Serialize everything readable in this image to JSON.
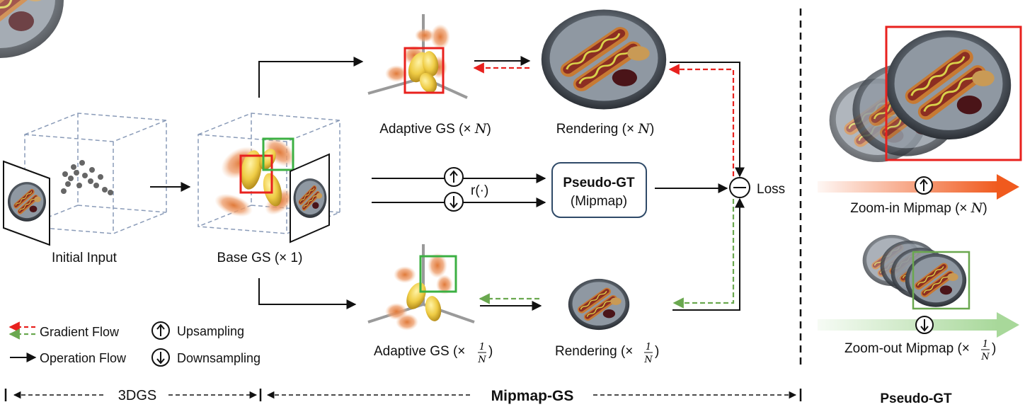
{
  "labels": {
    "initial_input": "Initial Input",
    "base_gs": "Base GS (× 1)",
    "adaptive_gs_up": "Adaptive GS (× ",
    "adaptive_gs_up_var": "N",
    "adaptive_gs_up_close": ")",
    "rendering_up": "Rendering (× ",
    "rendering_up_var": "N",
    "rendering_up_close": ")",
    "adaptive_gs_down": "Adaptive GS (×",
    "rendering_down": "Rendering (×",
    "frac_num": "1",
    "frac_den": "N",
    "close_paren": ")",
    "pseudo_gt_box_title": "Pseudo-GT",
    "pseudo_gt_box_sub": "(Mipmap)",
    "r_func": "r(·)",
    "loss": "Loss",
    "zoom_in": "Zoom-in Mipmap (× ",
    "zoom_in_var": "N",
    "zoom_in_close": ")",
    "zoom_out": "Zoom-out Mipmap (×",
    "section_3dgs": "3DGS",
    "section_mipmap_gs": "Mipmap-GS",
    "section_pseudo_gt": "Pseudo-GT"
  },
  "legend": {
    "gradient_flow": "Gradient Flow",
    "operation_flow": "Operation Flow",
    "upsampling": "Upsampling",
    "downsampling": "Downsampling"
  },
  "colors": {
    "gradient_up": "#e8211e",
    "gradient_down": "#6aa84f",
    "operation": "#111111",
    "red_box": "#e8211e",
    "green_box": "#3cb043",
    "cube_dash": "#8a9bb8",
    "zoom_in_arrow": "#f05a1e",
    "zoom_out_arrow": "#a8d89a",
    "gaussian_fill": "#f2d44e",
    "gaussian_orange": "#e8894a"
  }
}
